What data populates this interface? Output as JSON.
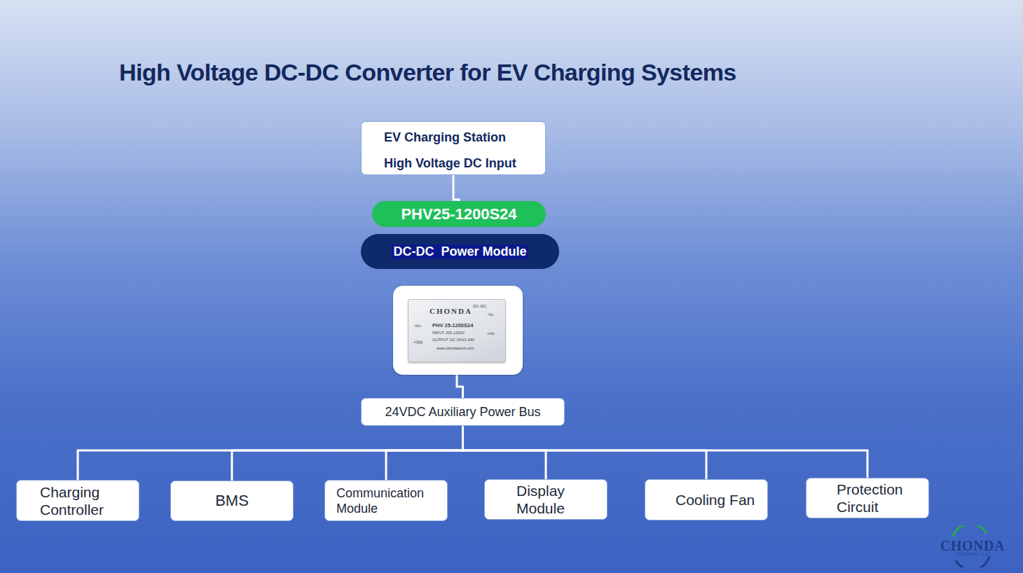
{
  "diagram": {
    "title": "High Voltage DC-DC Converter for EV Charging Systems",
    "nodes": [
      {
        "text": [
          "EV Charging Station",
          "High Voltage DC Input"
        ]
      },
      {
        "text": [
          "PHV25-1200S24"
        ]
      },
      {
        "text": [
          "DC-DC  Power Module"
        ]
      },
      {
        "text": [
          "CHONDA",
          "DC-DC",
          "-Vo",
          "-Vin",
          "PHV 25-1200S24",
          "INPUT: 200-1200V",
          "+Vo",
          "OUTPUT: DC 24V/1.04A",
          "+Vin",
          "www.chondatech.com"
        ]
      },
      {
        "text": [
          "24VDC Auxiliary Power Bus"
        ]
      },
      {
        "text": [
          "Charging Controller"
        ]
      },
      {
        "text": [
          "BMS"
        ]
      },
      {
        "text": [
          "Communication Module"
        ]
      },
      {
        "text": [
          "Display Module"
        ]
      },
      {
        "text": [
          "Cooling Fan"
        ]
      },
      {
        "text": [
          "Protection Circuit"
        ]
      }
    ],
    "edges": [
      {
        "from": 0,
        "to": 1,
        "arrow": "none"
      },
      {
        "from": 3,
        "to": 4,
        "arrow": "none"
      },
      {
        "from": 4,
        "to": 5,
        "arrow": "none"
      },
      {
        "from": 4,
        "to": 6,
        "arrow": "none"
      },
      {
        "from": 4,
        "to": 7,
        "arrow": "none"
      },
      {
        "from": 4,
        "to": 8,
        "arrow": "none"
      },
      {
        "from": 4,
        "to": 9,
        "arrow": "none"
      },
      {
        "from": 4,
        "to": 10,
        "arrow": "none"
      }
    ],
    "labels": [
      "CHONDA",
      "TECHNOLOGY"
    ]
  }
}
